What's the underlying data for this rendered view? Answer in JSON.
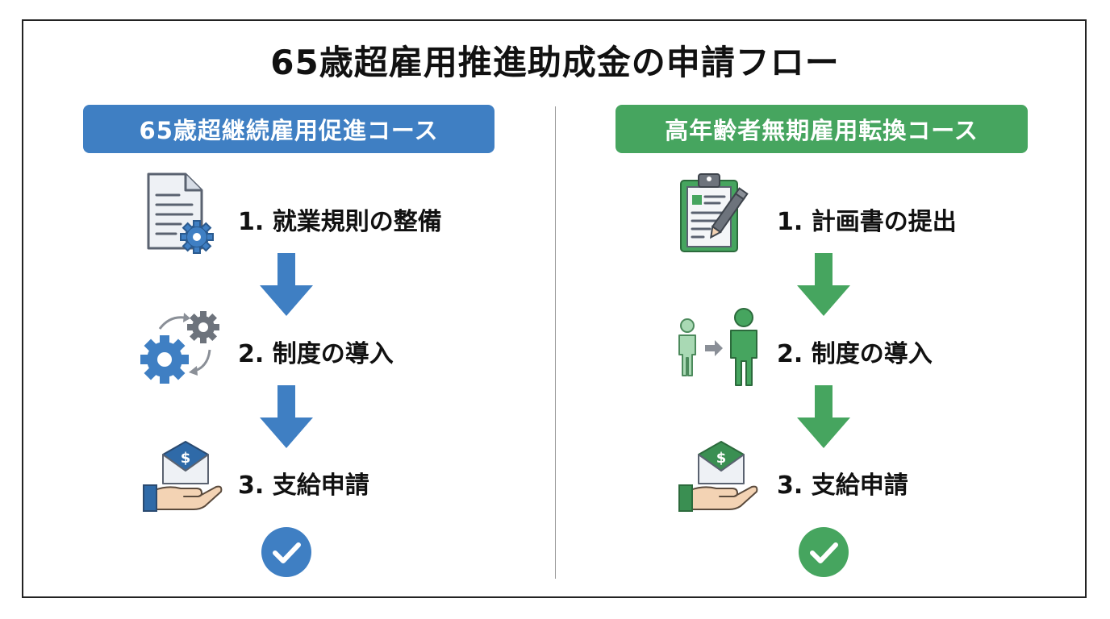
{
  "title": "65歳超雇用推進助成金の申請フロー",
  "colors": {
    "blue": "#3f7fc3",
    "green": "#46a55f",
    "text": "#111111",
    "divider": "#9a9a9a"
  },
  "left_course": {
    "label": "65歳超継続雇用促進コース",
    "steps": [
      {
        "text": "1. 就業規則の整備",
        "icon": "document-gear-icon"
      },
      {
        "text": "2. 制度の導入",
        "icon": "gears-cycle-icon"
      },
      {
        "text": "3. 支給申請",
        "icon": "hand-money-envelope-icon"
      }
    ],
    "completion_icon": "check-circle-icon"
  },
  "right_course": {
    "label": "高年齢者無期雇用転換コース",
    "steps": [
      {
        "text": "1. 計画書の提出",
        "icon": "clipboard-pen-icon"
      },
      {
        "text": "2. 制度の導入",
        "icon": "person-transition-icon"
      },
      {
        "text": "3. 支給申請",
        "icon": "hand-money-envelope-icon"
      }
    ],
    "completion_icon": "check-circle-icon"
  }
}
